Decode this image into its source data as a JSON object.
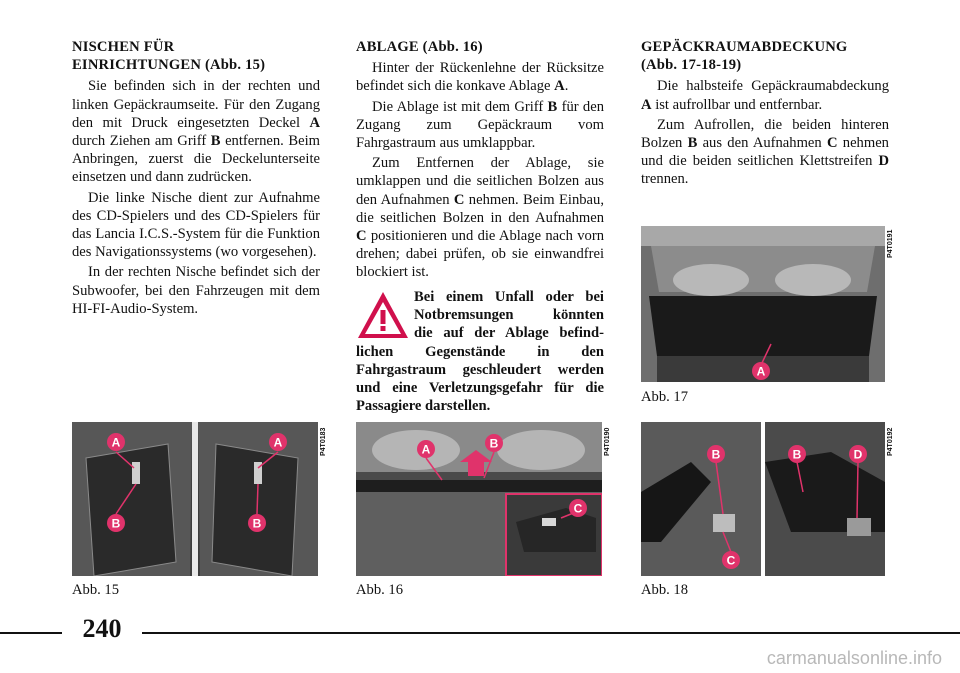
{
  "col1": {
    "title_l1": "NISCHEN FÜR",
    "title_l2": "EINRICHTUNGEN (Abb. 15)",
    "p1a": "Sie befinden sich in der rechten und linken Gepäckraumseite. Für den Zugang den mit Druck eingesetzten Deckel ",
    "p1A": "A",
    "p1b": " durch Ziehen am Griff ",
    "p1B": "B",
    "p1c": " entfernen. Beim Anbringen, zuerst die Deckelunterseite einsetzen und  dann zudrücken.",
    "p2": "Die linke Nische dient zur Aufnahme des CD-Spielers und des CD-Spielers für das Lancia I.C.S.-System für die Funktion des Navigationssystems (wo vorgesehen).",
    "p3": "In der rechten Nische befindet sich der Subwoofer, bei den Fahrzeugen mit dem HI-FI-Audio-System."
  },
  "col2": {
    "title": "ABLAGE (Abb. 16)",
    "p1a": "Hinter der Rückenlehne der Rücksitze befindet sich die konkave Ablage ",
    "p1A": "A",
    "p1b": ".",
    "p2a": "Die Ablage ist mit dem Griff ",
    "p2B": "B",
    "p2b": " für den Zugang zum Gepäckraum vom Fahrgastraum aus umklappbar.",
    "p3a": "Zum Entfernen der Ablage, sie umklappen und die seitlichen Bolzen aus den Aufnahmen ",
    "p3C": "C",
    "p3b": " nehmen. Beim Einbau, die seitlichen Bolzen in den Aufnahmen ",
    "p3C2": "C",
    "p3c": " positionieren und die Ablage nach vorn drehen; dabei prüfen, ob sie einwandfrei blockiert ist.",
    "warn_l1": "Bei einem Unfall oder bei",
    "warn_l2": "Notbremsungen könnten",
    "warn_l3": "die auf der Ablage befind-",
    "warn_rest": "lichen Gegenstände in den Fahrgastraum geschleudert werden und eine Verletzungsgefahr für die Passagiere darstellen."
  },
  "col3": {
    "title_l1": "GEPÄCKRAUMABDECKUNG",
    "title_l2": "(Abb. 17-18-19)",
    "p1a": "Die halbsteife Gepäckraumabdeckung ",
    "p1A": "A",
    "p1b": " ist aufrollbar und entfernbar.",
    "p2a": "Zum Aufrollen, die beiden hinteren Bolzen ",
    "p2B": "B",
    "p2b": " aus den Aufnahmen ",
    "p2C": "C",
    "p2c": " nehmen und die beiden seitlichen Klettstreifen ",
    "p2D": "D",
    "p2d": " trennen."
  },
  "figures": {
    "fig15": {
      "code": "P4T0183",
      "caption": "Abb. 15",
      "labels": [
        "A",
        "A",
        "B",
        "B"
      ]
    },
    "fig16": {
      "code": "P4T0190",
      "caption": "Abb. 16",
      "labels": [
        "A",
        "B",
        "C"
      ]
    },
    "fig17": {
      "code": "P4T0191",
      "caption": "Abb. 17",
      "labels": [
        "A"
      ]
    },
    "fig18": {
      "code": "P4T0192",
      "caption": "Abb. 18",
      "labels": [
        "B",
        "C",
        "B",
        "D"
      ]
    }
  },
  "page_number": "240",
  "watermark": "carmanualsonline.info",
  "colors": {
    "label_pink": "#e0336b",
    "frame_pink": "#e0336b"
  }
}
